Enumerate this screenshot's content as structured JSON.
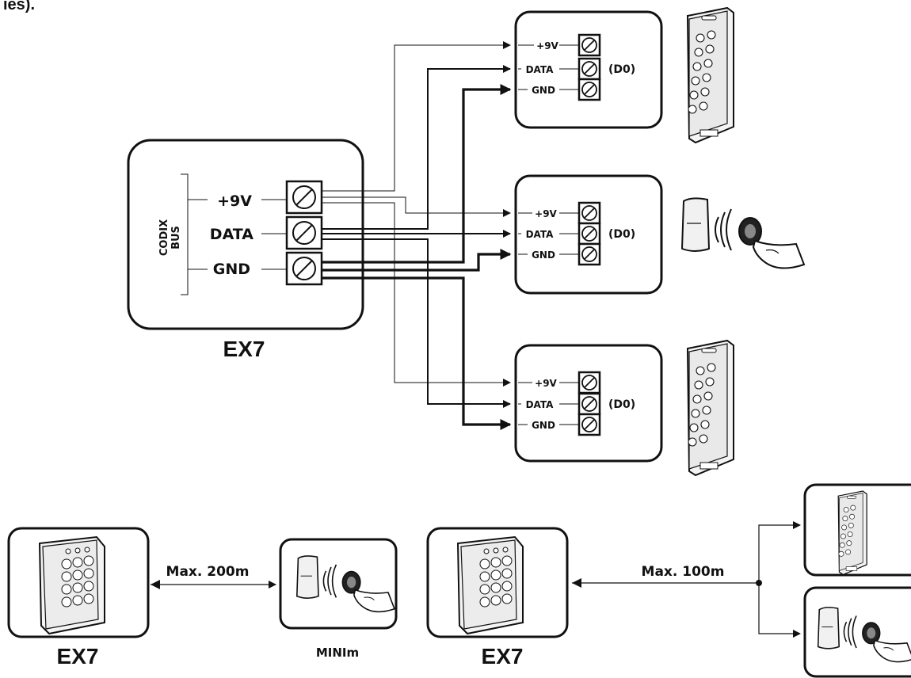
{
  "caption_fragment": "ies).",
  "ex7": {
    "bus_label_1": "CODIX",
    "bus_label_2": "BUS",
    "term_9v": "+9V",
    "term_data": "DATA",
    "term_gnd": "GND",
    "title": "EX7"
  },
  "readers": [
    {
      "term_9v": "+9V",
      "term_data": "DATA",
      "term_gnd": "GND",
      "d0": "(D0)",
      "device_icon": "keypad-reader-icon"
    },
    {
      "term_9v": "+9V",
      "term_data": "DATA",
      "term_gnd": "GND",
      "d0": "(D0)",
      "device_icon": "proximity-card-reader-icon"
    },
    {
      "term_9v": "+9V",
      "term_data": "DATA",
      "term_gnd": "GND",
      "d0": "(D0)",
      "device_icon": "keypad-reader-icon"
    }
  ],
  "bottom": {
    "left_ex7_label": "EX7",
    "distance_200": "Max. 200m",
    "minim_label": "MINIm",
    "right_ex7_label": "EX7",
    "distance_100": "Max. 100m"
  }
}
